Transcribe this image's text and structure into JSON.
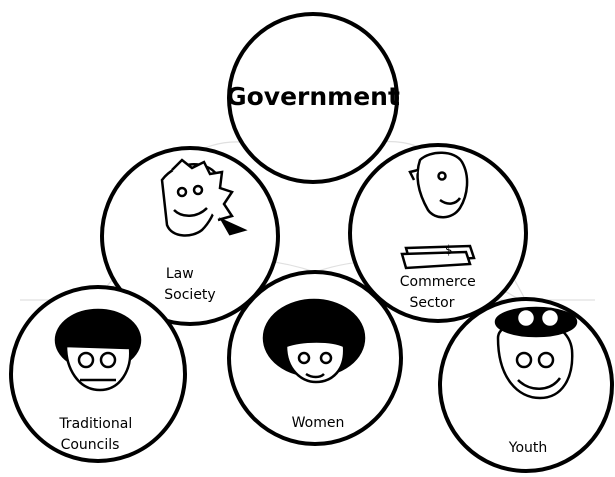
{
  "nodes": [
    {
      "id": "government",
      "label_lines": [
        "Government"
      ]
    },
    {
      "id": "law-society",
      "label_lines": [
        "Law",
        "Society"
      ]
    },
    {
      "id": "commerce-sector",
      "label_lines": [
        "Commerce",
        "Sector"
      ],
      "icon_text": "$"
    },
    {
      "id": "traditional-councils",
      "label_lines": [
        "Traditional",
        "Councils"
      ]
    },
    {
      "id": "women",
      "label_lines": [
        "Women"
      ]
    },
    {
      "id": "youth",
      "label_lines": [
        "Youth"
      ]
    }
  ],
  "icons": {
    "government": "",
    "law-society": "face-with-headdress-icon",
    "commerce-sector": "face-with-money-icon",
    "traditional-councils": "face-with-afro-icon",
    "women": "woman-face-icon",
    "youth": "face-with-goggles-icon"
  }
}
